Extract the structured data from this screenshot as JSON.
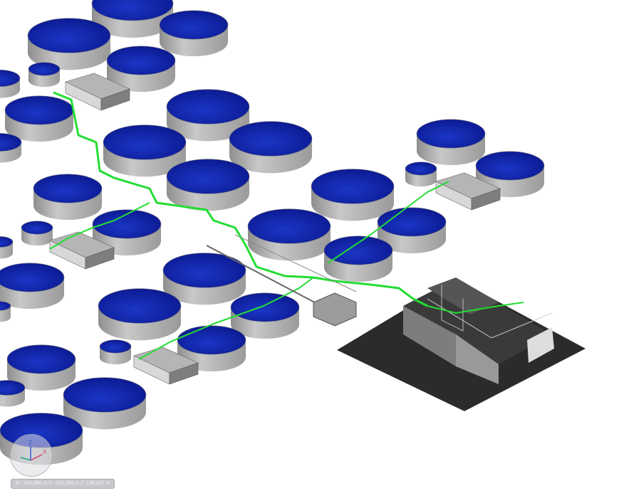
{
  "viewport": {
    "coordinates": {
      "x": "X: -184,886 m",
      "y": "Y: -118,299 m",
      "z": "Z: 130,147 m"
    },
    "gizmo": {
      "z_label": "Z",
      "x_label": "X"
    }
  },
  "colors": {
    "tank_top": "#0d1f9e",
    "tank_side": "#a8a8a8",
    "pipe": "#22dd33",
    "platform": "#2a2a2a",
    "building": "#9a9a9a"
  }
}
